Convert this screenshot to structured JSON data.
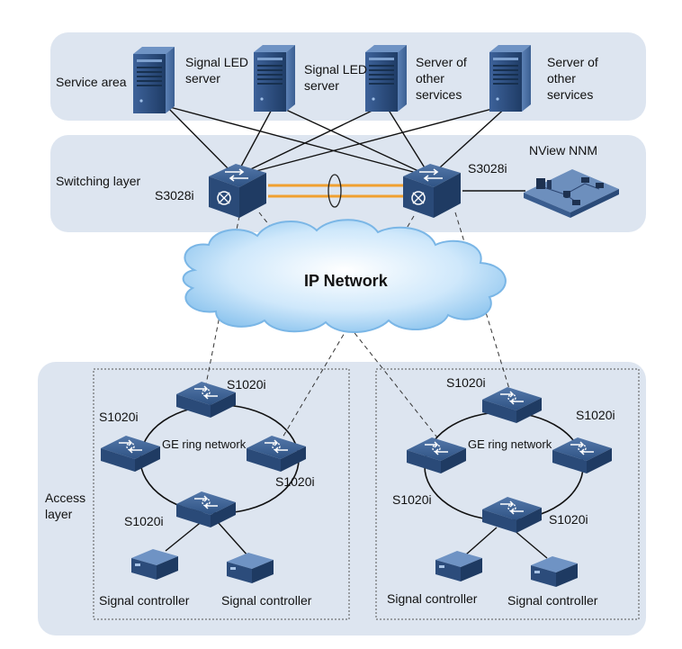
{
  "layers": {
    "service": "Service area",
    "switching": "Switching layer",
    "access_line1": "Access",
    "access_line2": "layer"
  },
  "servers": [
    {
      "line1": "Signal LED",
      "line2": "server",
      "line3": ""
    },
    {
      "line1": "Signal LED",
      "line2": "server",
      "line3": ""
    },
    {
      "line1": "Server of",
      "line2": "other",
      "line3": "services"
    },
    {
      "line1": "Server of",
      "line2": "other",
      "line3": "services"
    }
  ],
  "core_switches": [
    "S3028i",
    "S3028i"
  ],
  "nms": "NView NNM",
  "cloud": "IP Network",
  "left_ring": {
    "top": "S1020i",
    "left": "S1020i",
    "right": "S1020i",
    "bottom": "S1020i",
    "ring_label": "GE ring network",
    "controllers": [
      "Signal controller",
      "Signal controller"
    ]
  },
  "right_ring": {
    "top": "S1020i",
    "left": "S1020i",
    "right": "S1020i",
    "bottom": "S1020i",
    "ring_label": "GE ring network",
    "controllers": [
      "Signal controller",
      "Signal controller"
    ]
  },
  "colors": {
    "layer_fill": "#dde5f0",
    "device_blue": "#2e5182",
    "trunk_orange": "#f0a030",
    "cloud_blue": "#a8d4f4"
  }
}
